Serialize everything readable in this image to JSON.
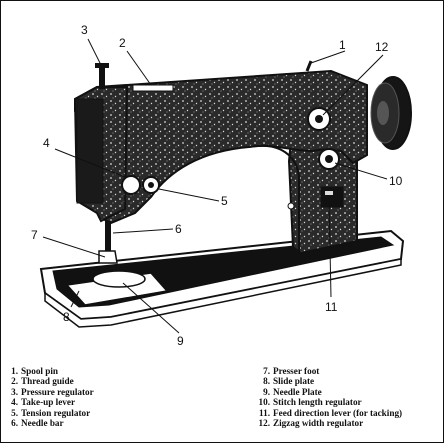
{
  "callouts": [
    "1",
    "2",
    "3",
    "4",
    "5",
    "6",
    "7",
    "8",
    "9",
    "10",
    "11",
    "12"
  ],
  "legend": {
    "left": [
      {
        "num": "1.",
        "label": "Spool pin"
      },
      {
        "num": "2.",
        "label": "Thread guide"
      },
      {
        "num": "3.",
        "label": "Pressure regulator"
      },
      {
        "num": "4.",
        "label": "Take-up lever"
      },
      {
        "num": "5.",
        "label": "Tension regulator"
      },
      {
        "num": "6.",
        "label": "Needle bar"
      }
    ],
    "right": [
      {
        "num": "7.",
        "label": "Presser foot"
      },
      {
        "num": "8.",
        "label": "Slide plate"
      },
      {
        "num": "9.",
        "label": "Needle Plate"
      },
      {
        "num": "10.",
        "label": "Stitch length regulator"
      },
      {
        "num": "11.",
        "label": "Feed direction lever (for tacking)"
      },
      {
        "num": "12.",
        "label": "Zigzag width regulator"
      }
    ]
  },
  "colors": {
    "ink": "#111111",
    "body_fill": "#2a2a2a",
    "speckle": "#d8d8d8",
    "paper": "#ffffff"
  }
}
